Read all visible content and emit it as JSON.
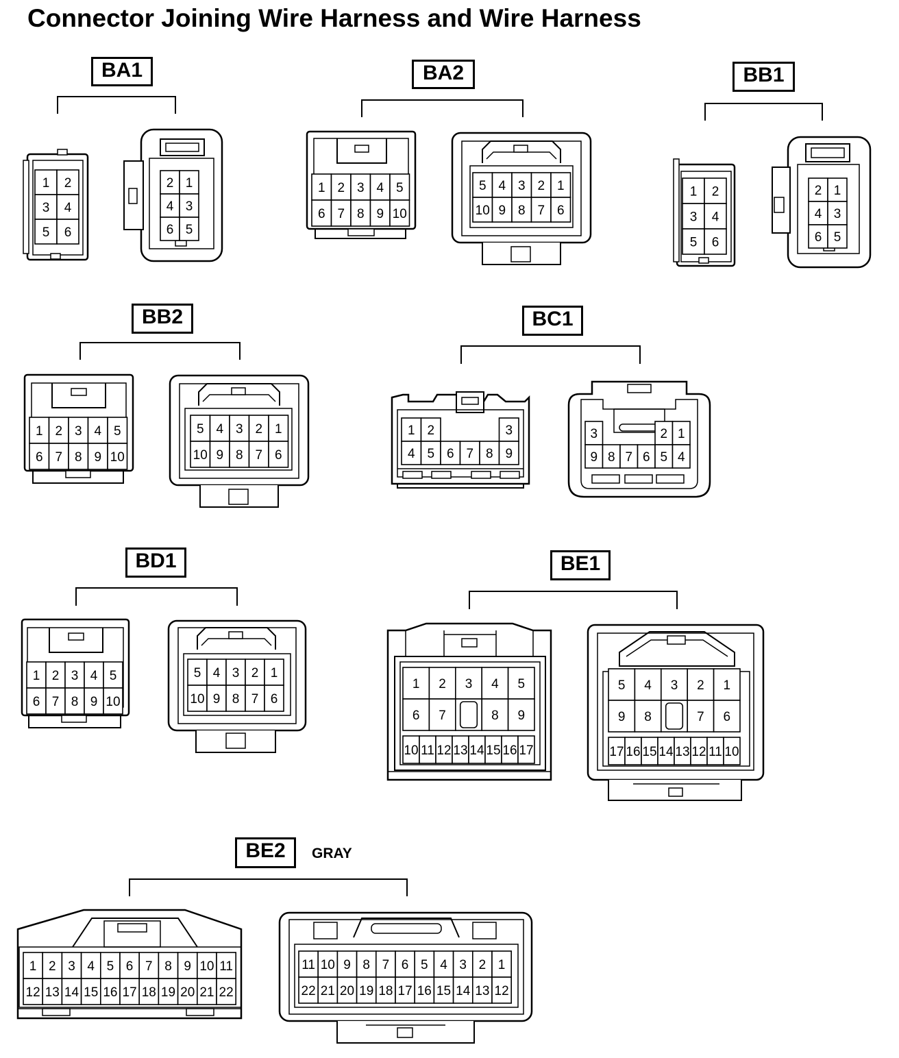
{
  "title": "Connector Joining Wire Harness and Wire Harness",
  "connectors": {
    "BA1": {
      "label": "BA1",
      "female": {
        "rows": [
          [
            "1",
            "2"
          ],
          [
            "3",
            "4"
          ],
          [
            "5",
            "6"
          ]
        ]
      },
      "male": {
        "rows": [
          [
            "2",
            "1"
          ],
          [
            "4",
            "3"
          ],
          [
            "6",
            "5"
          ]
        ]
      }
    },
    "BA2": {
      "label": "BA2",
      "female": {
        "rows": [
          [
            "1",
            "2",
            "3",
            "4",
            "5"
          ],
          [
            "6",
            "7",
            "8",
            "9",
            "10"
          ]
        ]
      },
      "male": {
        "rows": [
          [
            "5",
            "4",
            "3",
            "2",
            "1"
          ],
          [
            "10",
            "9",
            "8",
            "7",
            "6"
          ]
        ]
      }
    },
    "BB1": {
      "label": "BB1",
      "female": {
        "rows": [
          [
            "1",
            "2"
          ],
          [
            "3",
            "4"
          ],
          [
            "5",
            "6"
          ]
        ]
      },
      "male": {
        "rows": [
          [
            "2",
            "1"
          ],
          [
            "4",
            "3"
          ],
          [
            "6",
            "5"
          ]
        ]
      }
    },
    "BB2": {
      "label": "BB2",
      "female": {
        "rows": [
          [
            "1",
            "2",
            "3",
            "4",
            "5"
          ],
          [
            "6",
            "7",
            "8",
            "9",
            "10"
          ]
        ]
      },
      "male": {
        "rows": [
          [
            "5",
            "4",
            "3",
            "2",
            "1"
          ],
          [
            "10",
            "9",
            "8",
            "7",
            "6"
          ]
        ]
      }
    },
    "BC1": {
      "label": "BC1",
      "female": {
        "row1": [
          "1",
          "2",
          "3"
        ],
        "row2": [
          "4",
          "5",
          "6",
          "7",
          "8",
          "9"
        ]
      },
      "male": {
        "row1": [
          "3",
          "2",
          "1"
        ],
        "row2": [
          "9",
          "8",
          "7",
          "6",
          "5",
          "4"
        ]
      }
    },
    "BD1": {
      "label": "BD1",
      "female": {
        "rows": [
          [
            "1",
            "2",
            "3",
            "4",
            "5"
          ],
          [
            "6",
            "7",
            "8",
            "9",
            "10"
          ]
        ]
      },
      "male": {
        "rows": [
          [
            "5",
            "4",
            "3",
            "2",
            "1"
          ],
          [
            "10",
            "9",
            "8",
            "7",
            "6"
          ]
        ]
      }
    },
    "BE1": {
      "label": "BE1",
      "female": {
        "row1": [
          "1",
          "2",
          "3",
          "4",
          "5"
        ],
        "row2": [
          "6",
          "7",
          "",
          "8",
          "9"
        ],
        "row3": [
          "10",
          "11",
          "12",
          "13",
          "14",
          "15",
          "16",
          "17"
        ]
      },
      "male": {
        "row1": [
          "5",
          "4",
          "3",
          "2",
          "1"
        ],
        "row2": [
          "9",
          "8",
          "",
          "7",
          "6"
        ],
        "row3": [
          "17",
          "16",
          "15",
          "14",
          "13",
          "12",
          "11",
          "10"
        ]
      }
    },
    "BE2": {
      "label": "BE2",
      "note": "GRAY",
      "female": {
        "rows": [
          [
            "1",
            "2",
            "3",
            "4",
            "5",
            "6",
            "7",
            "8",
            "9",
            "10",
            "11"
          ],
          [
            "12",
            "13",
            "14",
            "15",
            "16",
            "17",
            "18",
            "19",
            "20",
            "21",
            "22"
          ]
        ]
      },
      "male": {
        "rows": [
          [
            "11",
            "10",
            "9",
            "8",
            "7",
            "6",
            "5",
            "4",
            "3",
            "2",
            "1"
          ],
          [
            "22",
            "21",
            "20",
            "19",
            "18",
            "17",
            "16",
            "15",
            "14",
            "13",
            "12"
          ]
        ]
      }
    }
  }
}
